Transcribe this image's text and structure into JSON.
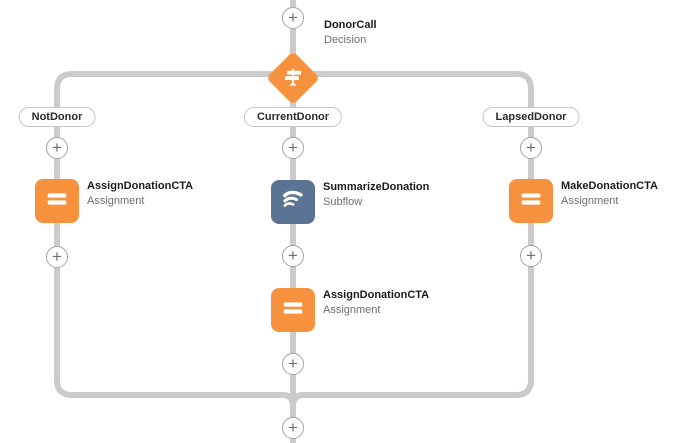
{
  "ui": {
    "plus_glyph": "+"
  },
  "colors": {
    "connector": "#CCCBC9",
    "assignment_orange": "#F6913E",
    "decision_orange": "#F6913E",
    "subflow_blue": "#5B7493",
    "pill_border": "#C9C7C5",
    "name_text": "#1B1B1B",
    "type_text": "#706E6B"
  },
  "decision": {
    "name": "DonorCall",
    "type": "Decision"
  },
  "branches": [
    {
      "label": "NotDonor",
      "elements": [
        {
          "name": "AssignDonationCTA",
          "type": "Assignment",
          "icon": "assignment"
        }
      ]
    },
    {
      "label": "CurrentDonor",
      "elements": [
        {
          "name": "SummarizeDonation",
          "type": "Subflow",
          "icon": "subflow"
        },
        {
          "name": "AssignDonationCTA",
          "type": "Assignment",
          "icon": "assignment"
        }
      ]
    },
    {
      "label": "LapsedDonor",
      "elements": [
        {
          "name": "MakeDonationCTA",
          "type": "Assignment",
          "icon": "assignment"
        }
      ]
    }
  ]
}
